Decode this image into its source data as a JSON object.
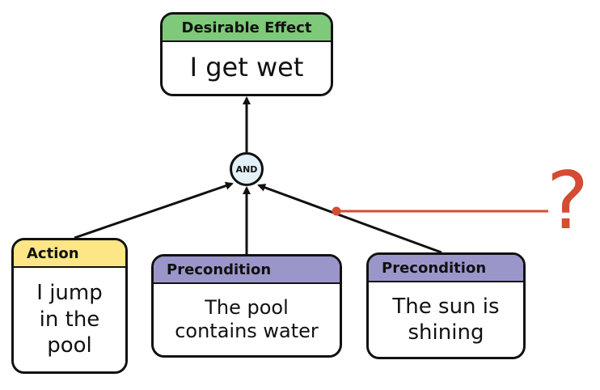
{
  "colors": {
    "effect_header": "#7fc97a",
    "action_header": "#fde685",
    "precondition_header": "#9b96ca",
    "and_fill": "#e2f1f8",
    "question_mark": "#d44c33",
    "line": "#111111"
  },
  "effect": {
    "header": "Desirable Effect",
    "text": "I get wet"
  },
  "and_label": "AND",
  "action": {
    "header": "Action",
    "lines": [
      "I jump",
      "in the",
      "pool"
    ]
  },
  "precondition_1": {
    "header": "Precondition",
    "lines": [
      "The pool",
      "contains water"
    ]
  },
  "precondition_2": {
    "header": "Precondition",
    "lines": [
      "The sun is",
      "shining"
    ]
  },
  "question_mark": "?"
}
